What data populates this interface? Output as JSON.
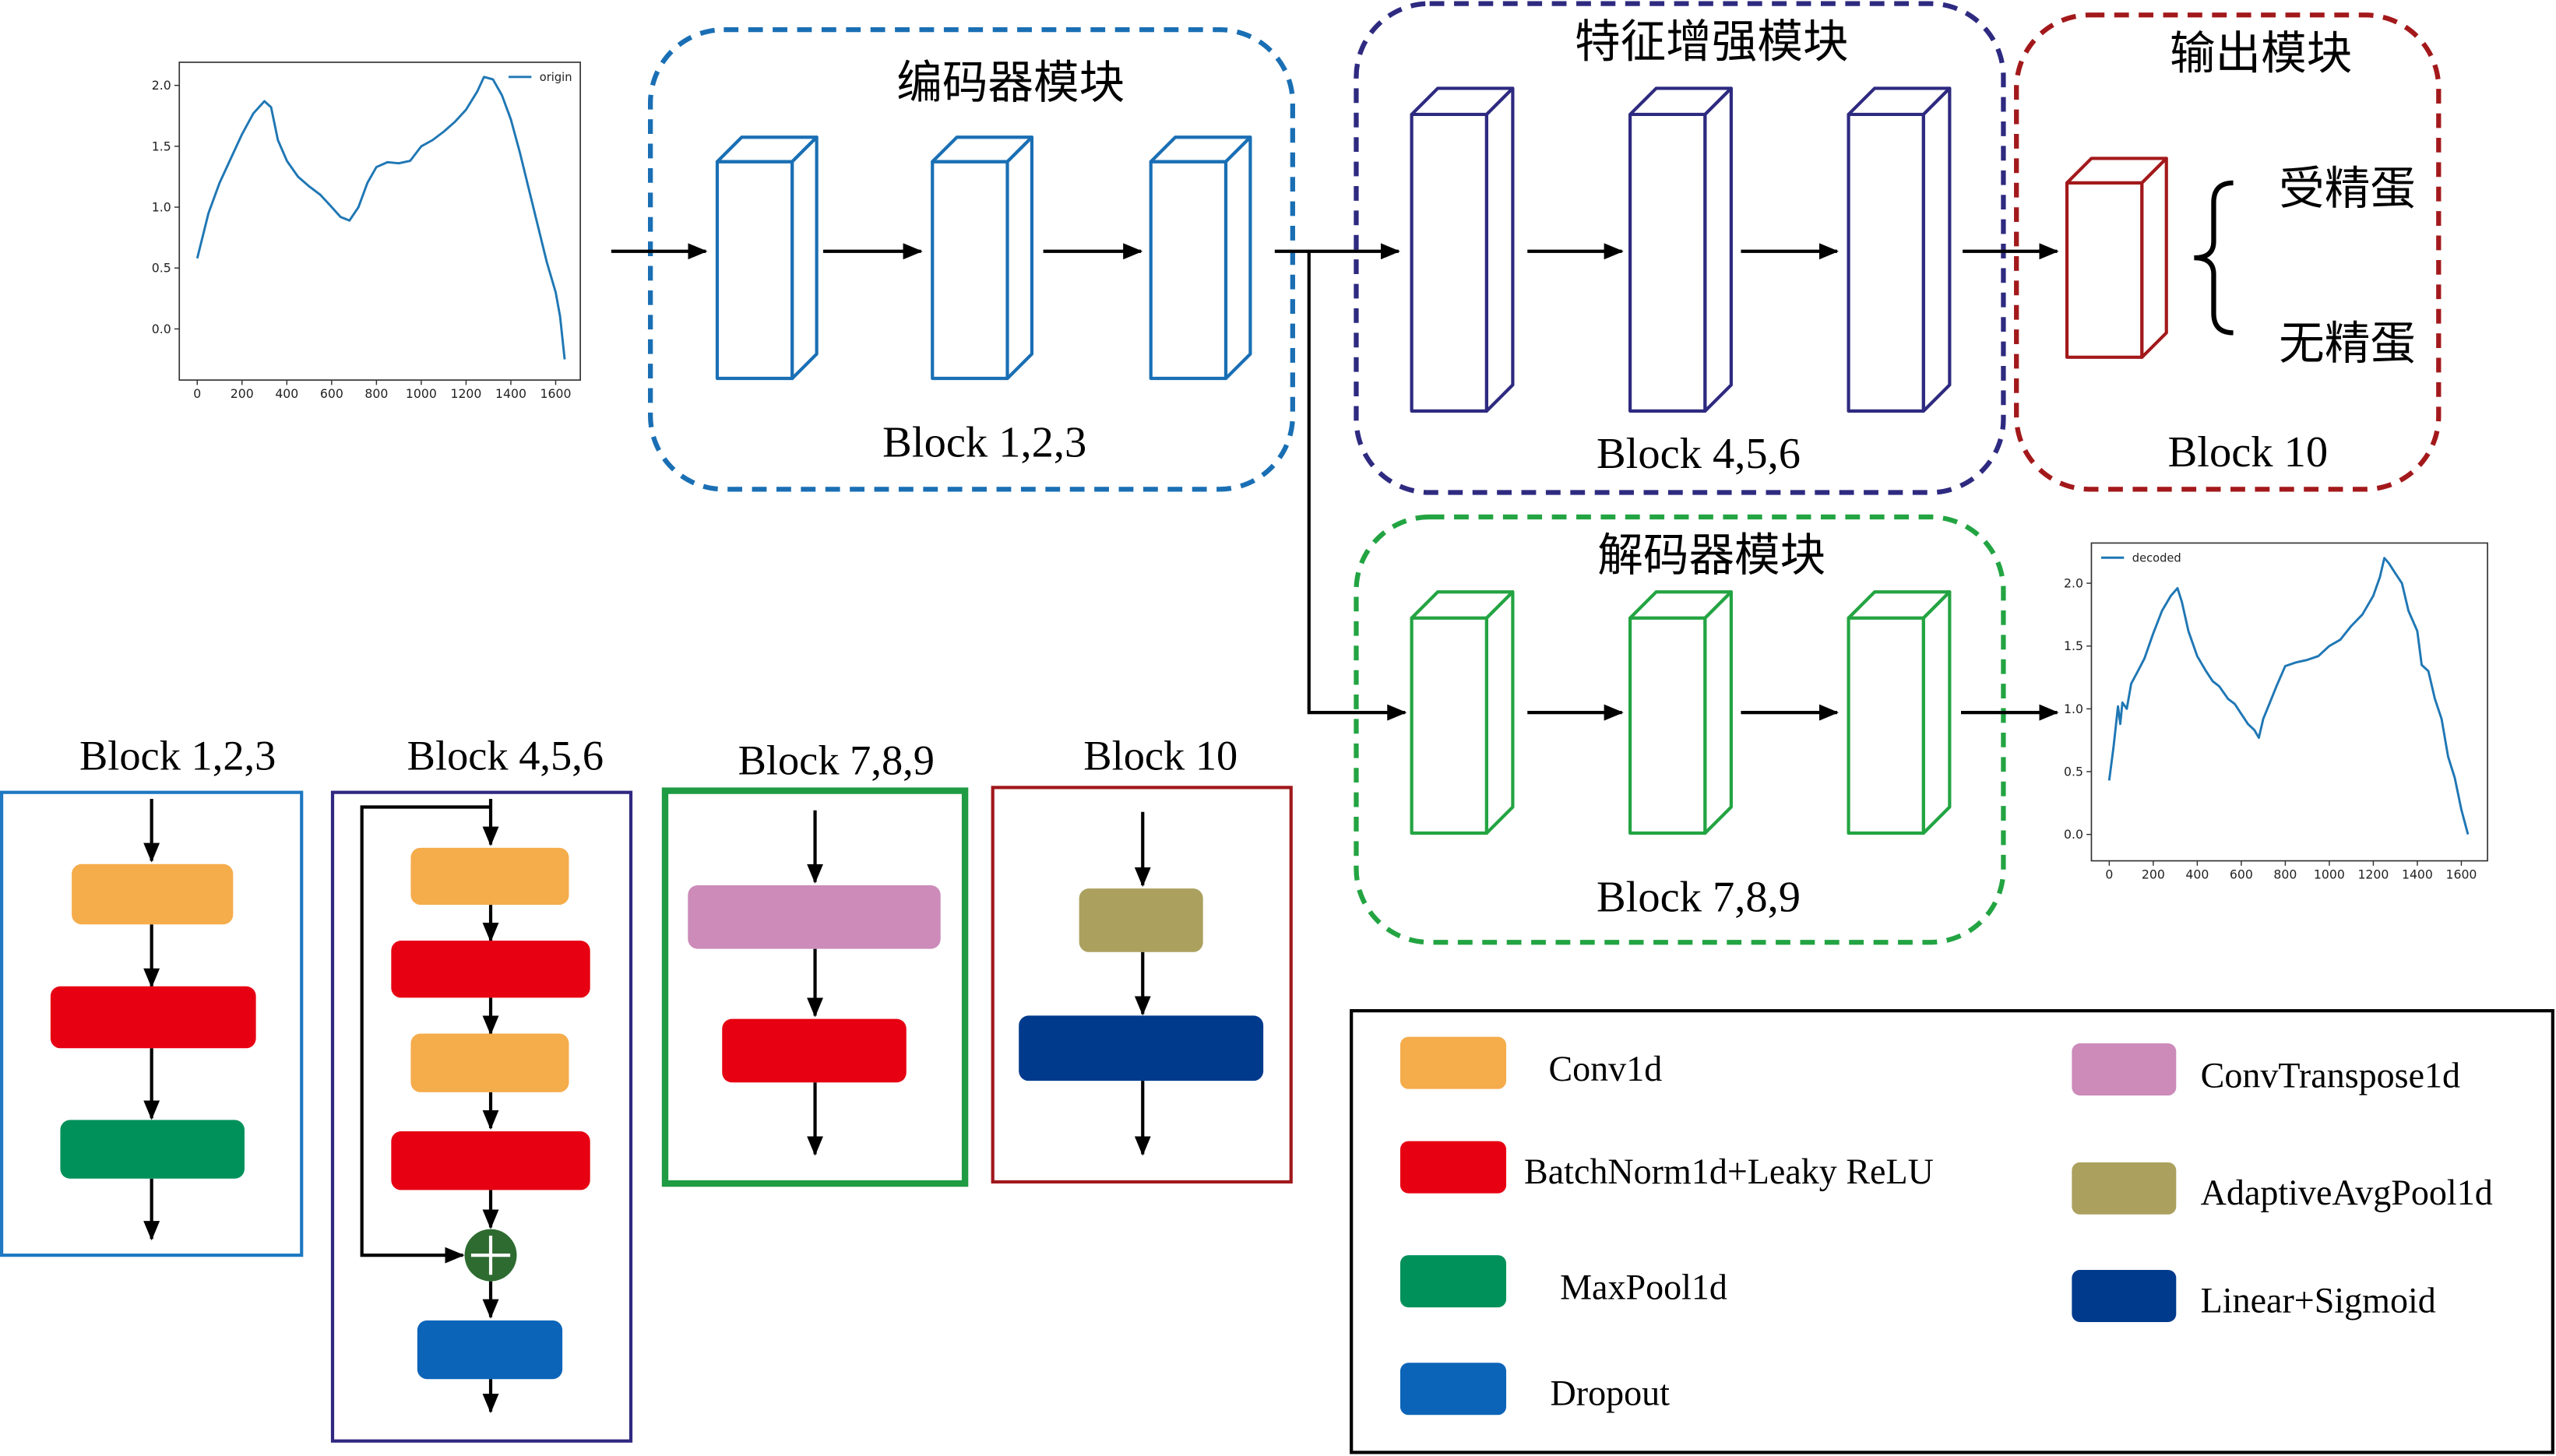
{
  "input_plot": {
    "legend": "origin",
    "legend_position": "upper right",
    "line_color": "#1f77b4",
    "x_ticks": [
      "0",
      "200",
      "400",
      "600",
      "800",
      "1000",
      "1200",
      "1400",
      "1600"
    ],
    "y_ticks": [
      "0.0",
      "0.5",
      "1.0",
      "1.5",
      "2.0"
    ],
    "xlim": [
      -80,
      1710
    ],
    "ylim": [
      -0.42,
      2.19
    ],
    "series": {
      "x": [
        0,
        50,
        100,
        150,
        200,
        250,
        300,
        330,
        360,
        400,
        450,
        500,
        550,
        600,
        640,
        680,
        720,
        760,
        800,
        850,
        900,
        950,
        1000,
        1050,
        1100,
        1150,
        1200,
        1250,
        1280,
        1320,
        1360,
        1400,
        1440,
        1480,
        1520,
        1560,
        1600,
        1620,
        1640
      ],
      "y": [
        0.58,
        0.95,
        1.2,
        1.4,
        1.6,
        1.77,
        1.87,
        1.82,
        1.55,
        1.38,
        1.25,
        1.17,
        1.1,
        1.0,
        0.92,
        0.89,
        1.0,
        1.2,
        1.33,
        1.37,
        1.36,
        1.38,
        1.5,
        1.55,
        1.62,
        1.7,
        1.8,
        1.95,
        2.07,
        2.05,
        1.92,
        1.72,
        1.45,
        1.15,
        0.85,
        0.55,
        0.3,
        0.1,
        -0.25
      ]
    }
  },
  "decoded_plot": {
    "legend": "decoded",
    "legend_position": "upper left",
    "line_color": "#1f77b4",
    "x_ticks": [
      "0",
      "200",
      "400",
      "600",
      "800",
      "1000",
      "1200",
      "1400",
      "1600"
    ],
    "y_ticks": [
      "0.0",
      "0.5",
      "1.0",
      "1.5",
      "2.0"
    ],
    "xlim": [
      -81,
      1719
    ],
    "ylim": [
      -0.21,
      2.32
    ],
    "series": {
      "x": [
        0,
        20,
        40,
        50,
        60,
        80,
        100,
        130,
        160,
        200,
        240,
        280,
        310,
        330,
        360,
        400,
        440,
        470,
        500,
        540,
        570,
        600,
        630,
        660,
        680,
        700,
        730,
        760,
        800,
        850,
        900,
        950,
        1000,
        1050,
        1100,
        1150,
        1200,
        1230,
        1250,
        1270,
        1300,
        1330,
        1360,
        1400,
        1420,
        1450,
        1480,
        1510,
        1540,
        1570,
        1600,
        1630
      ],
      "y": [
        0.43,
        0.7,
        1.02,
        0.88,
        1.05,
        1.0,
        1.2,
        1.3,
        1.4,
        1.6,
        1.78,
        1.9,
        1.96,
        1.85,
        1.62,
        1.42,
        1.3,
        1.22,
        1.18,
        1.08,
        1.04,
        0.96,
        0.88,
        0.83,
        0.77,
        0.92,
        1.05,
        1.18,
        1.34,
        1.37,
        1.39,
        1.42,
        1.5,
        1.55,
        1.66,
        1.75,
        1.9,
        2.05,
        2.2,
        2.16,
        2.08,
        2.0,
        1.78,
        1.62,
        1.35,
        1.3,
        1.08,
        0.92,
        0.62,
        0.45,
        0.2,
        0.0
      ]
    }
  },
  "encoder": {
    "title": "编码器模块",
    "block": "Block 1,2,3",
    "color": "#1a6fb4"
  },
  "feature": {
    "title": "特征增强模块",
    "block": "Block 4,5,6",
    "color": "#2e2a80"
  },
  "output": {
    "title": "输出模块",
    "block": "Block 10",
    "color": "#a3191b",
    "class_1": "受精蛋",
    "class_2": "无精蛋"
  },
  "decoder": {
    "title": "解码器模块",
    "block": "Block 7,8,9",
    "color": "#23a442"
  },
  "details": {
    "block_123": {
      "label": "Block 1,2,3",
      "color": "#1e78c2"
    },
    "block_456": {
      "label": "Block 4,5,6",
      "color": "#302880",
      "add_color": "#2e6b30"
    },
    "block_789": {
      "label": "Block 7,8,9",
      "color": "#1e9b43"
    },
    "block_10": {
      "label": "Block 10",
      "color": "#a0181c"
    }
  },
  "legend": {
    "items": [
      {
        "label": "Conv1d",
        "color": "#f5ac4b"
      },
      {
        "label": "BatchNorm1d+Leaky ReLU",
        "color": "#e60012"
      },
      {
        "label": "MaxPool1d",
        "color": "#00915a"
      },
      {
        "label": "Dropout",
        "color": "#0b64b8"
      },
      {
        "label": "ConvTranspose1d",
        "color": "#cc8bb9"
      },
      {
        "label": "AdaptiveAvgPool1d",
        "color": "#aba05e"
      },
      {
        "label": "Linear+Sigmoid",
        "color": "#003a8d"
      }
    ]
  }
}
